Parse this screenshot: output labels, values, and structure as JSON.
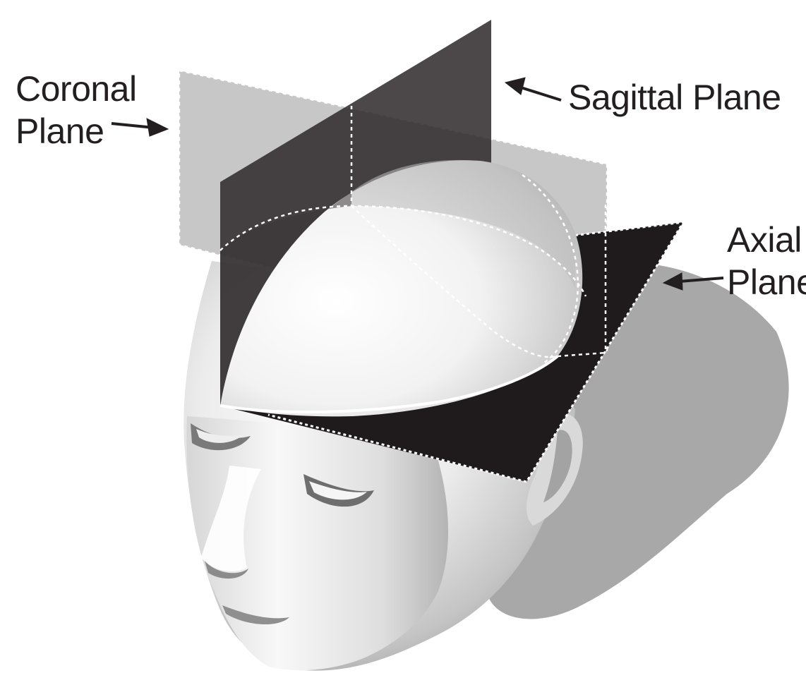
{
  "labels": {
    "coronal": {
      "line1": "Coronal",
      "line2": "Plane"
    },
    "sagittal": {
      "text": "Sagittal Plane"
    },
    "axial": {
      "line1": "Axial",
      "line2": "Plane"
    }
  },
  "colors": {
    "text": "#231f20",
    "coronal_plane": "#bcbcbc",
    "sagittal_plane": "#3a3536",
    "axial_plane": "#1f1b1c",
    "head_light": "#f4f4f4",
    "head_shadow": "#9a9a9a",
    "cast_shadow": "#a6a6a6"
  },
  "icons": [
    "head-model-illustration",
    "arrow-icon"
  ]
}
